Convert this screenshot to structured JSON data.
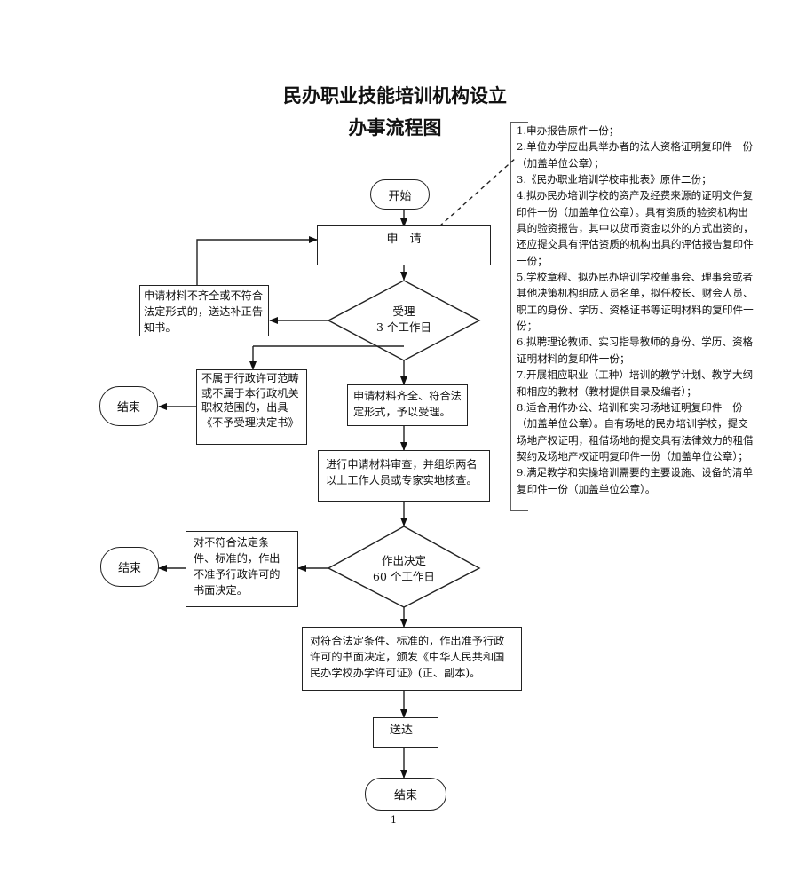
{
  "title": {
    "line1": "民办职业技能培训机构设立",
    "line2": "办事流程图"
  },
  "nodes": {
    "start": "开始",
    "apply": "申　请",
    "incomplete": "申请材料不齐全或不符合法定形式的，送达补正告知书。",
    "accept_line1": "受理",
    "accept_line2": "3 个工作日",
    "not_in_scope": "不属于行政许可范畴或不属于本行政机关职权范围的，出具《不予受理决定书》",
    "end_left1": "结束",
    "complete": "申请材料齐全、符合法定形式，予以受理。",
    "review": "进行申请材料审查，并组织两名以上工作人员或专家实地核查。",
    "reject": "对不符合法定条件、标准的，作出不准予行政许可的书面决定。",
    "end_left2": "结束",
    "decide_line1": "作出决定",
    "decide_line2": "60 个工作日",
    "approve": "对符合法定条件、标准的，作出准予行政许可的书面决定，颁发《中华人民共和国民办学校办学许可证》(正、副本)。",
    "deliver": "送达",
    "end_final": "结束"
  },
  "requirements": [
    "1.申办报告原件一份；",
    "2.单位办学应出具举办者的法人资格证明复印件一份（加盖单位公章）；",
    "3.《民办职业培训学校审批表》原件二份；",
    "4.拟办民办培训学校的资产及经费来源的证明文件复印件一份（加盖单位公章）。具有资质的验资机构出具的验资报告，其中以货币资金以外的方式出资的，还应提交具有评估资质的机构出具的评估报告复印件一份；",
    "5.学校章程、拟办民办培训学校董事会、理事会或者其他决策机构组成人员名单，拟任校长、财会人员、职工的身份、学历、资格证书等证明材料的复印件一份；",
    "6.拟聘理论教师、实习指导教师的身份、学历、资格证明材料的复印件一份；",
    "7.开展相应职业（工种）培训的教学计划、教学大纲和相应的教材（教材提供目录及编者）；",
    "8.适合用作办公、培训和实习场地证明复印件一份（加盖单位公章）。自有场地的民办培训学校，提交场地产权证明，租借场地的提交具有法律效力的租借契约及场地产权证明复印件一份（加盖单位公章）；",
    "9.满足教学和实操培训需要的主要设施、设备的清单复印件一份（加盖单位公章）。"
  ],
  "page_number": "1"
}
